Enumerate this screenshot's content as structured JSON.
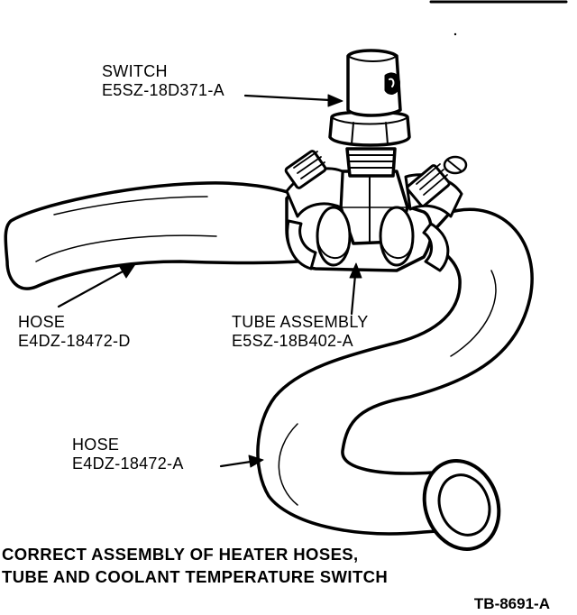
{
  "labels": {
    "switch": {
      "name": "SWITCH",
      "part": "E5SZ-18D371-A"
    },
    "hose_left": {
      "name": "HOSE",
      "part": "E4DZ-18472-D"
    },
    "tube_assembly": {
      "name": "TUBE ASSEMBLY",
      "part": "E5SZ-18B402-A"
    },
    "hose_lower": {
      "name": "HOSE",
      "part": "E4DZ-18472-A"
    }
  },
  "caption": {
    "line1": "CORRECT ASSEMBLY OF HEATER HOSES,",
    "line2": "TUBE AND  COOLANT TEMPERATURE SWITCH"
  },
  "figure_number": "TB-8691-A"
}
